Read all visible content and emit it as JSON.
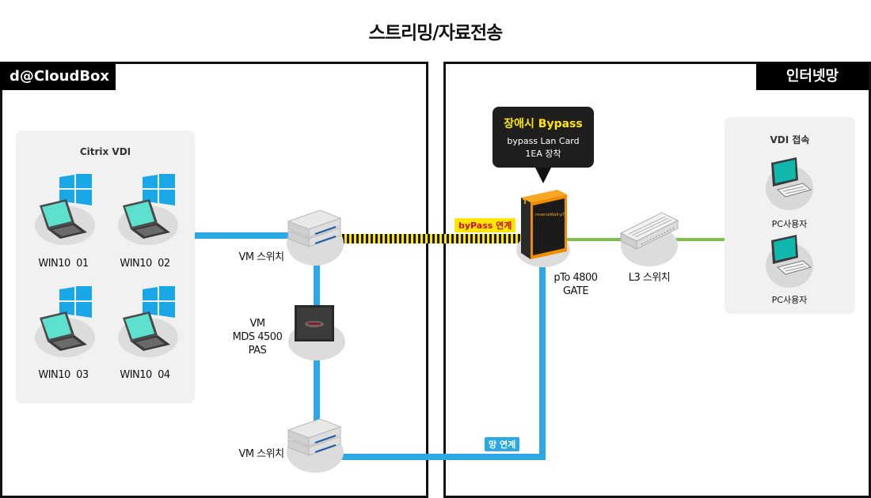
{
  "title": "스트리밍/자료전송",
  "zones": {
    "left_tag": "d@CloudBox",
    "right_tag": "인터넷망"
  },
  "citrix_panel": {
    "title": "Citrix VDI",
    "pcs": [
      "WIN10  01",
      "WIN10  02",
      "WIN10  03",
      "WIN10  04"
    ]
  },
  "devices": {
    "vm_switch_top": "VM 스위치",
    "vm_mds": [
      "VM",
      "MDS 4500",
      "PAS"
    ],
    "vm_switch_bottom": "VM 스위치",
    "pto_gate": [
      "pTo 4800",
      "GATE"
    ],
    "l3_switch": "L3 스위치",
    "device_box_text": "reverseWall-pTo"
  },
  "callout": {
    "heading": "장애시 Bypass",
    "lines": [
      "bypass Lan Card",
      "1EA 장착"
    ]
  },
  "links": {
    "bypass_label": "byPass 연계",
    "network_label": "망 연계"
  },
  "vdi_panel": {
    "title": "VDI 접속",
    "users": [
      "PC사용자",
      "PC사용자"
    ]
  },
  "colors": {
    "blue_link": "#2ca8e4",
    "green_link": "#7dc14b",
    "bypass_yellow": "#ffe600",
    "bypass_label_bg": "#ffe600",
    "bypass_label_text": "#c8102e",
    "network_label_bg": "#2ca8e4",
    "windows_blue": "#1aa7e8",
    "laptop_screen": "#5ee0cf",
    "monitor_screen": "#11b6ad"
  }
}
